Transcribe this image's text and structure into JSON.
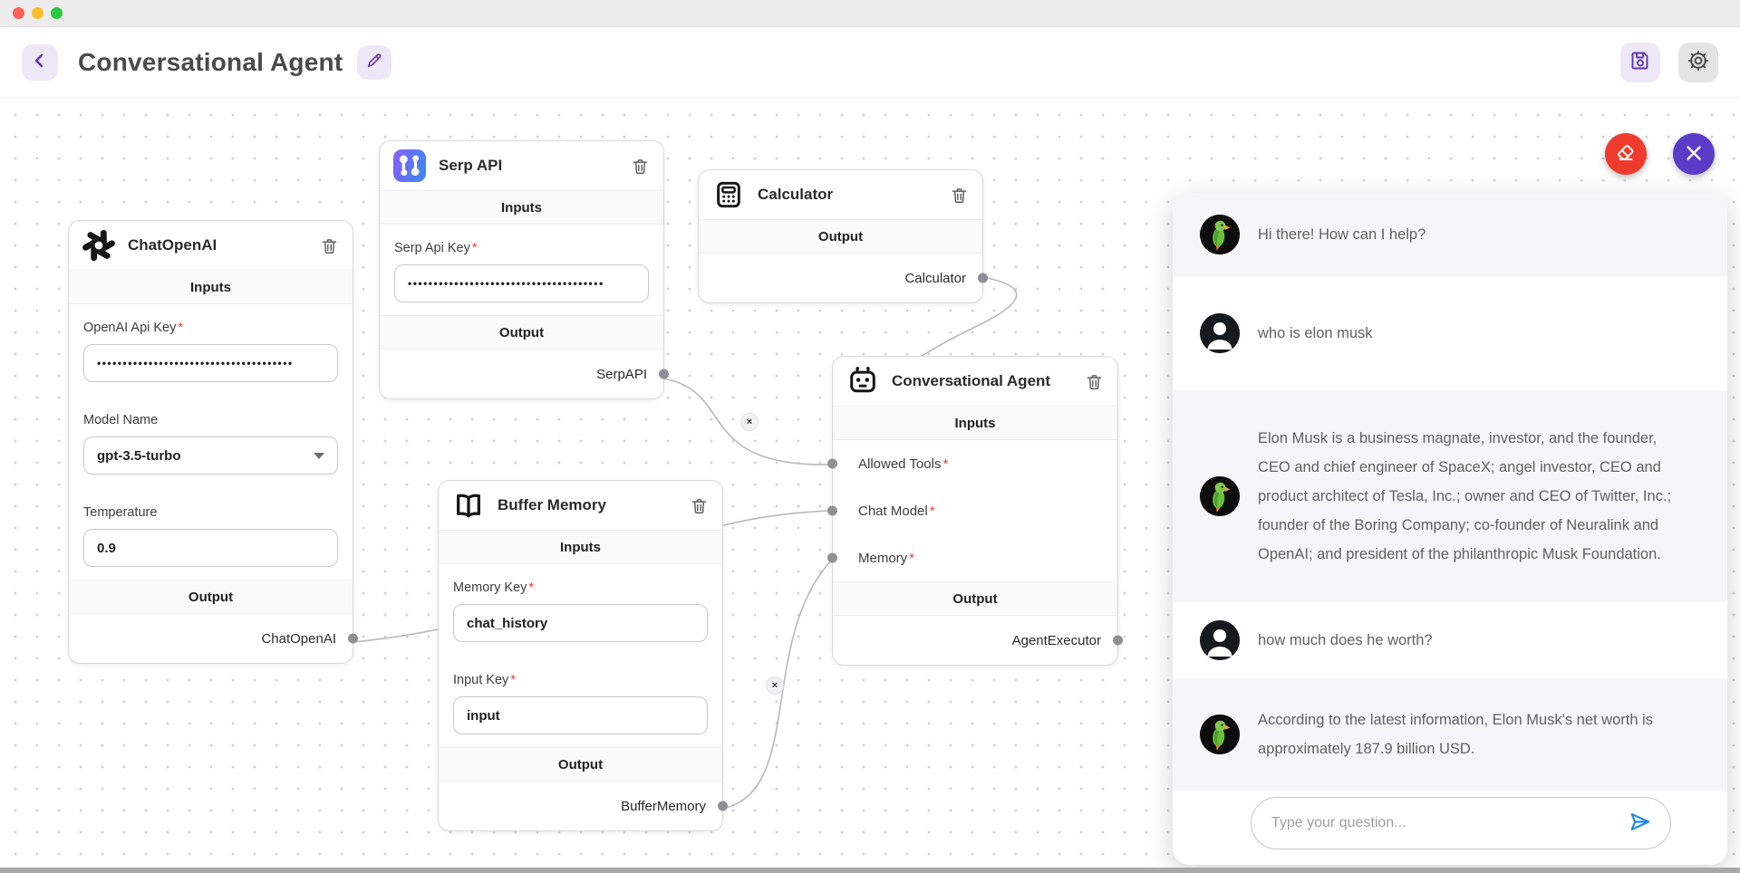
{
  "window": {
    "traffic_lights": [
      "close",
      "minimize",
      "zoom"
    ]
  },
  "header": {
    "title": "Conversational Agent"
  },
  "ui": {
    "required_mark": "*",
    "edge_delete_label": "×"
  },
  "icons": {
    "back": "chevron-left",
    "edit": "pencil",
    "save": "floppy-disk",
    "settings": "gear",
    "delete_node": "trash",
    "clear_chat": "eraser",
    "close_chat": "x",
    "send": "paper-plane",
    "dropdown": "caret-down",
    "bot_avatar": "parrot",
    "user_avatar": "person"
  },
  "colors": {
    "accent_purple": "#5e35b1",
    "accent_purple_bg": "#ede7f6",
    "clear_button_red": "#ef3b2d",
    "close_button_purple": "#5b3cc9",
    "send_blue": "#1e88e5",
    "bot_row_bg": "#f6f6f8",
    "canvas_dot": "#cfcfda",
    "edge_gray": "#b7b7bd",
    "required_red": "#f23a3a",
    "serp_gradient_from": "#8a5cf5",
    "serp_gradient_to": "#4285f4"
  },
  "canvas": {
    "nodes": [
      {
        "title": "ChatOpenAI",
        "inputs_label": "Inputs",
        "output_label": "Output",
        "fields": [
          {
            "label": "OpenAI Api Key",
            "value": "••••••••••••••••••••••••••••••••••••••"
          },
          {
            "label": "Model Name",
            "value": "gpt-3.5-turbo"
          },
          {
            "label": "Temperature",
            "value": "0.9"
          }
        ],
        "output": "ChatOpenAI"
      },
      {
        "title": "Serp API",
        "inputs_label": "Inputs",
        "output_label": "Output",
        "fields": [
          {
            "label": "Serp Api Key",
            "value": "••••••••••••••••••••••••••••••••••••••"
          }
        ],
        "output": "SerpAPI"
      },
      {
        "title": "Calculator",
        "output_label": "Output",
        "output": "Calculator"
      },
      {
        "title": "Buffer Memory",
        "inputs_label": "Inputs",
        "output_label": "Output",
        "fields": [
          {
            "label": "Memory Key",
            "value": "chat_history"
          },
          {
            "label": "Input Key",
            "value": "input"
          }
        ],
        "output": "BufferMemory"
      },
      {
        "title": "Conversational Agent",
        "inputs_label": "Inputs",
        "output_label": "Output",
        "inputs": [
          {
            "label": "Allowed Tools"
          },
          {
            "label": "Chat Model"
          },
          {
            "label": "Memory"
          }
        ],
        "output": "AgentExecutor"
      }
    ]
  },
  "chat": {
    "messages": [
      {
        "role": "bot",
        "text": "Hi there! How can I help?"
      },
      {
        "role": "user",
        "text": "who is elon musk"
      },
      {
        "role": "bot",
        "text": "Elon Musk is a business magnate, investor, and the founder, CEO and chief engineer of SpaceX; angel investor, CEO and product architect of Tesla, Inc.; owner and CEO of Twitter, Inc.; founder of the Boring Company; co-founder of Neuralink and OpenAI; and president of the philanthropic Musk Foundation."
      },
      {
        "role": "user",
        "text": "how much does he worth?"
      },
      {
        "role": "bot",
        "text": "According to the latest information, Elon Musk's net worth is approximately 187.9 billion USD."
      }
    ],
    "input_placeholder": "Type your question..."
  }
}
